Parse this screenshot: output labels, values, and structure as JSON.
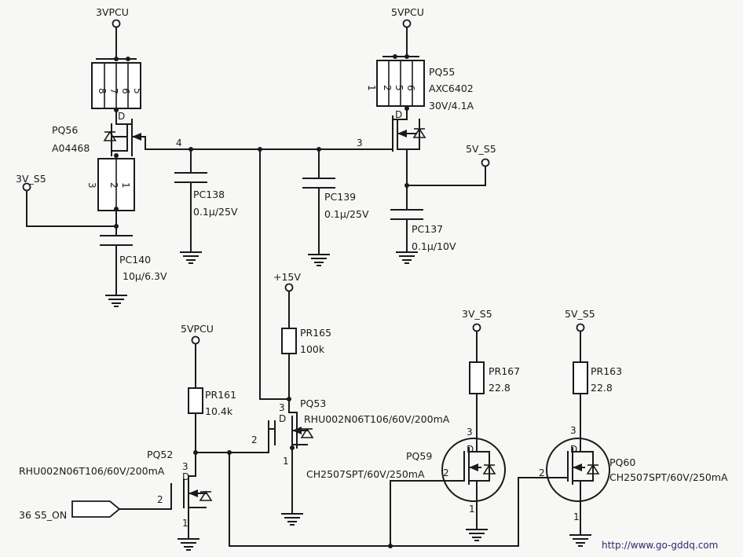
{
  "rails": {
    "vpcu3": "3VPCU",
    "vpcu5_top": "5VPCU",
    "v3s5_left": "3V_S5",
    "v5s5_mid": "5V_S5",
    "v15": "+15V",
    "vpcu5_mid": "5VPCU",
    "v3s5_right": "3V_S5",
    "v5s5_right": "5V_S5"
  },
  "components": {
    "pq56": {
      "ref": "PQ56",
      "value": "A04468",
      "pins_top": [
        "8",
        "7",
        "6",
        "5"
      ],
      "pins_bottom": [
        "3",
        "2",
        "1"
      ],
      "gate": "4",
      "drain": "D"
    },
    "pq55": {
      "ref": "PQ55",
      "value": "AXC6402",
      "rating": "30V/4.1A",
      "pins_top": [
        "1",
        "2",
        "5",
        "6"
      ],
      "gate": "3",
      "drain": "D"
    },
    "pc138": {
      "ref": "PC138",
      "value": "0.1μ/25V"
    },
    "pc139": {
      "ref": "PC139",
      "value": "0.1μ/25V"
    },
    "pc137": {
      "ref": "PC137",
      "value": "0.1μ/10V"
    },
    "pc140": {
      "ref": "PC140",
      "value": "10μ/6.3V"
    },
    "pr165": {
      "ref": "PR165",
      "value": "100k"
    },
    "pr161": {
      "ref": "PR161",
      "value": "10.4k"
    },
    "pr167": {
      "ref": "PR167",
      "value": "22.8"
    },
    "pr163": {
      "ref": "PR163",
      "value": "22.8"
    },
    "pq53": {
      "ref": "PQ53",
      "value": "RHU002N06T106/60V/200mA",
      "pins": [
        "3",
        "2",
        "1"
      ],
      "drain": "D"
    },
    "pq52": {
      "ref": "PQ52",
      "value": "RHU002N06T106/60V/200mA",
      "pins": [
        "3",
        "2",
        "1"
      ],
      "drain": "D"
    },
    "pq59": {
      "ref": "PQ59",
      "value": "CH2507SPT/60V/250mA",
      "pins": [
        "3",
        "2",
        "1"
      ],
      "drain": "D"
    },
    "pq60": {
      "ref": "PQ60",
      "value": "CH2507SPT/60V/250mA",
      "pins": [
        "3",
        "2",
        "1"
      ],
      "drain": "D"
    }
  },
  "signals": {
    "s5_on": "36 S5_ON"
  },
  "watermark": "http://www.go-gddq.com"
}
